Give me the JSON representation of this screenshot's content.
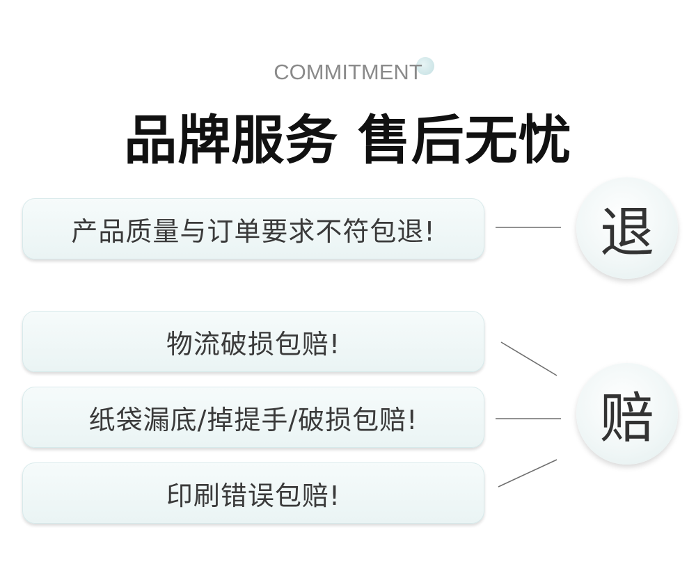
{
  "header": {
    "eyebrow": "COMMITMENT",
    "title": "品牌服务 售后无忧"
  },
  "return_section": {
    "items": [
      "产品质量与订单要求不符包退!"
    ],
    "badge": "退"
  },
  "compensation_section": {
    "items": [
      "物流破损包赔!",
      "纸袋漏底/掉提手/破损包赔!",
      "印刷错误包赔!"
    ],
    "badge": "赔"
  },
  "colors": {
    "pill_background": "#eef6f6",
    "text": "#3a3a3a",
    "title": "#111111",
    "eyebrow": "#8a8a8a",
    "connector": "#6f6f6f"
  }
}
